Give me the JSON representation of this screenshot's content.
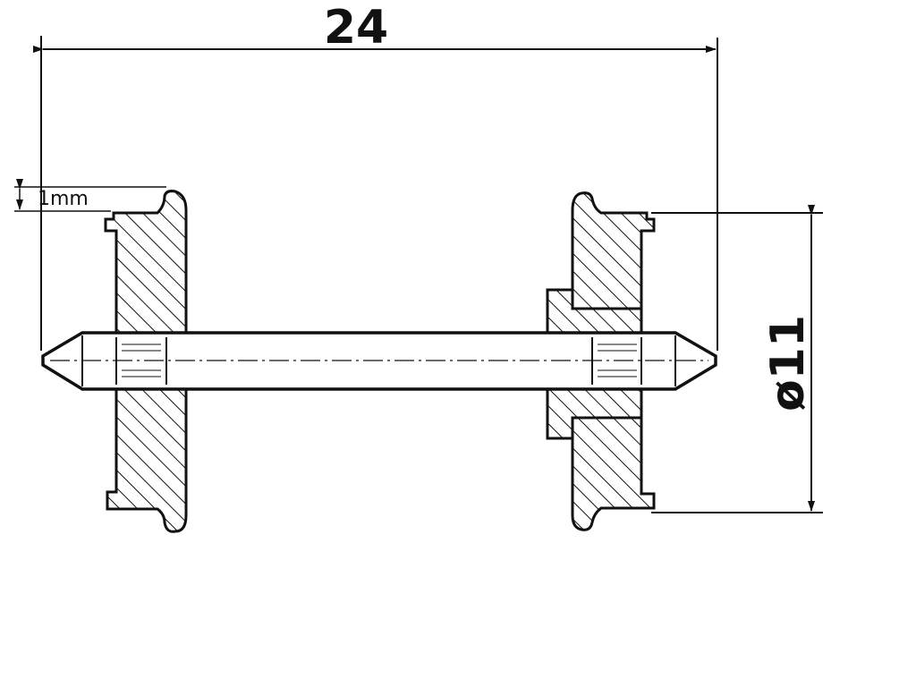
{
  "drawing": {
    "overall_width_label": "24",
    "flange_height_label": "1mm",
    "diameter_label": "ø11"
  },
  "colors": {
    "line": "#111111",
    "background": "#ffffff"
  }
}
